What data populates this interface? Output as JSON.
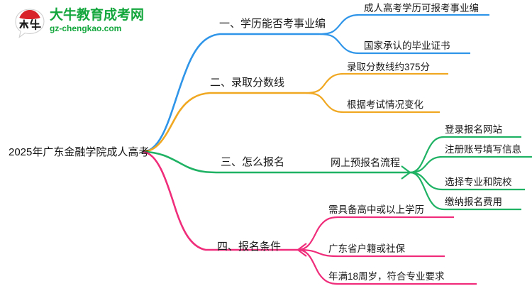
{
  "logo": {
    "mark_text": "大牛",
    "title": "大牛教育成考网",
    "subtitle": "gz-chengkao.com",
    "brand_color": "#12a63c",
    "mark_accent_color": "#d8232a"
  },
  "mindmap": {
    "root": {
      "label": "2025年广东金融学院成人高考"
    },
    "branches": [
      {
        "label": "一、学历能否考事业编",
        "color": "#2f95e8",
        "children": [
          {
            "label": "成人高考学历可报考事业编"
          },
          {
            "label": "国家承认的毕业证书"
          }
        ]
      },
      {
        "label": "二、录取分数线",
        "color": "#f0a822",
        "children": [
          {
            "label": "录取分数线约375分"
          },
          {
            "label": "根据考试情况变化"
          }
        ]
      },
      {
        "label": "三、怎么报名",
        "color": "#1fb264",
        "children": [
          {
            "label": "网上预报名流程",
            "children": [
              {
                "label": "登录报名网站"
              },
              {
                "label": "注册账号填写信息"
              },
              {
                "label": "选择专业和院校"
              },
              {
                "label": "缴纳报名费用"
              }
            ]
          }
        ]
      },
      {
        "label": "四、报名条件",
        "color": "#ef2d7a",
        "children": [
          {
            "label": "需具备高中或以上学历"
          },
          {
            "label": "广东省户籍或社保"
          },
          {
            "label": "年满18周岁，符合专业要求"
          }
        ]
      }
    ]
  }
}
